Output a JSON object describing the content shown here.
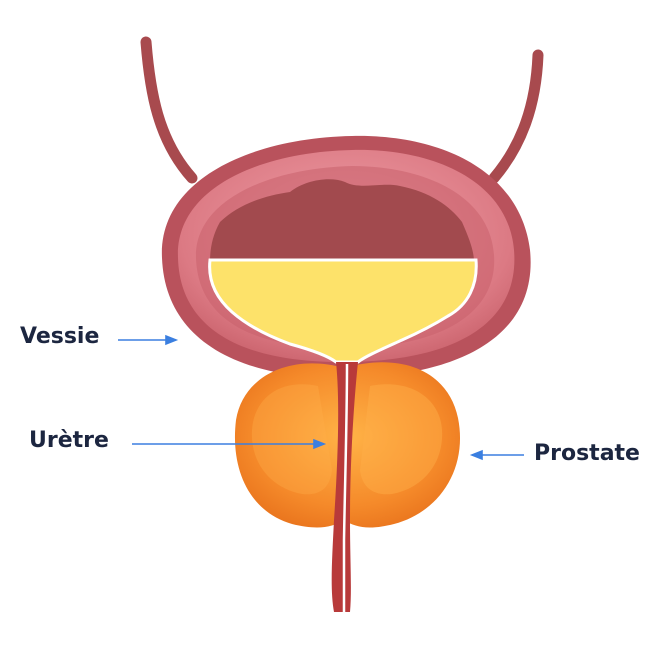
{
  "labels": {
    "vessie": "Vessie",
    "uretre": "Urètre",
    "prostate": "Prostate"
  },
  "colors": {
    "label_text": "#1c2640",
    "arrow": "#3b7fe0",
    "bladder_wall_outer": "#b8505a",
    "bladder_wall_inner": "#e3808a",
    "bladder_cavity": "#a24a4e",
    "urine": "#fde26a",
    "prostate": "#f58a2a",
    "prostate_light": "#ffb04a",
    "urethra": "#b83a3a",
    "ureter": "#a84a4e"
  }
}
